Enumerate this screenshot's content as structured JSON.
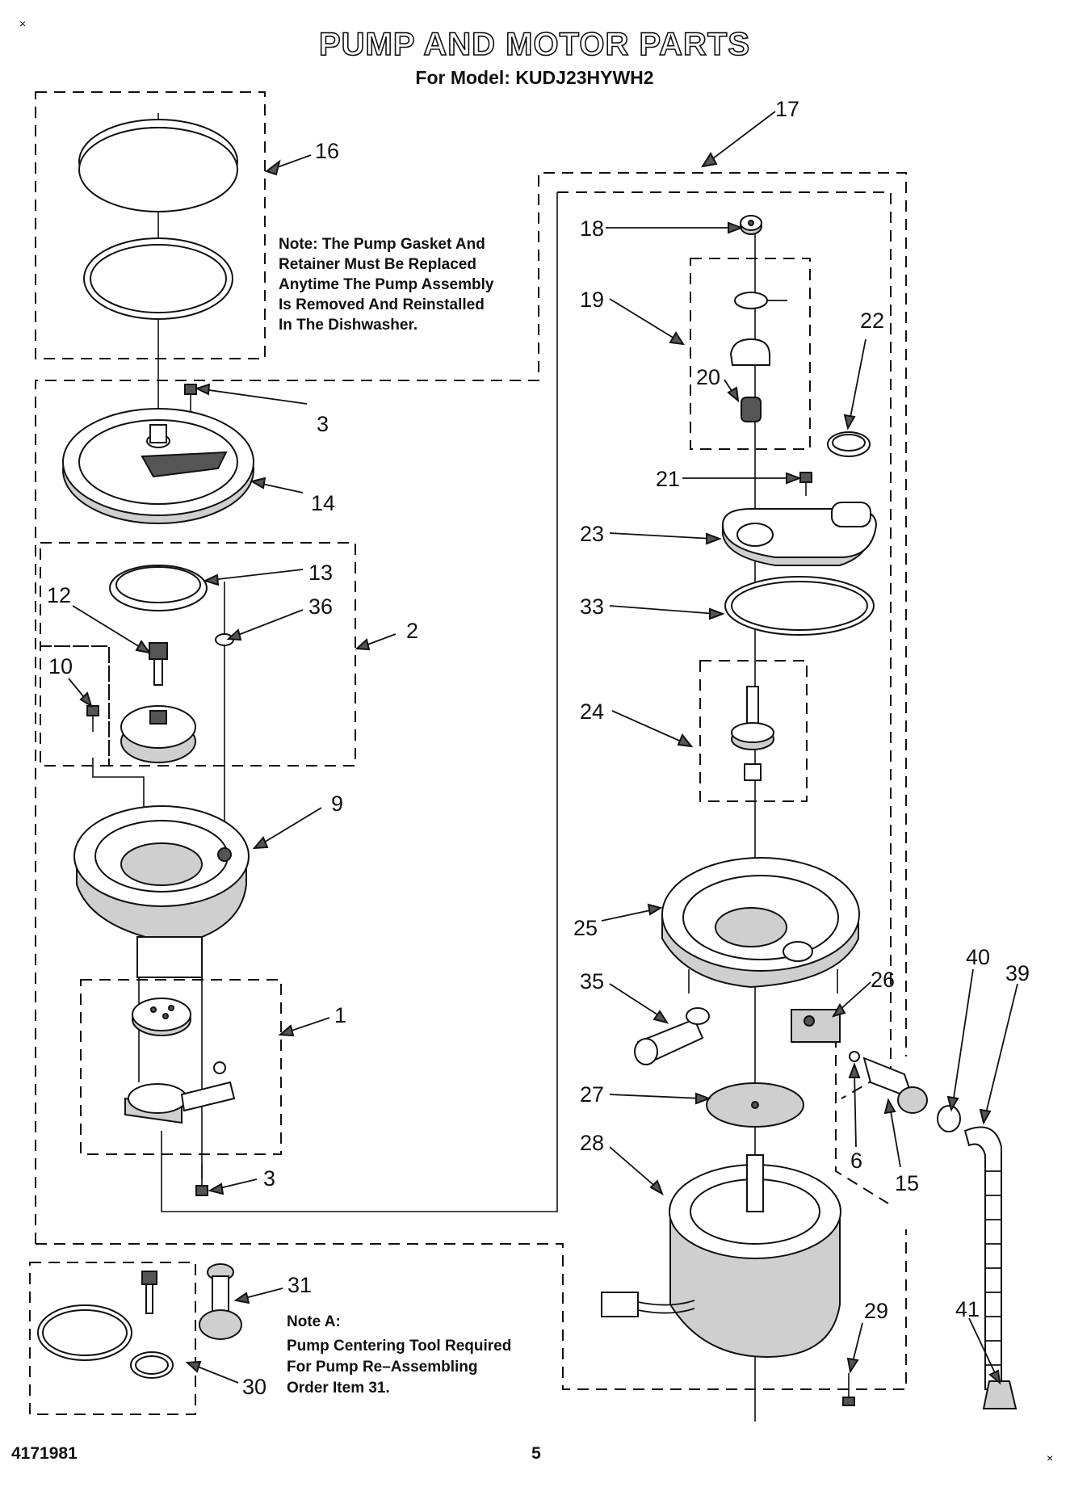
{
  "title": "PUMP AND MOTOR PARTS",
  "subtitle": "For Model: KUDJ23HYWH2",
  "note_gasket": [
    "Note: The Pump Gasket And",
    "Retainer Must Be Replaced",
    "Anytime The Pump Assembly",
    "Is Removed And Reinstalled",
    "In The Dishwasher."
  ],
  "note_a": [
    "Note A:",
    "Pump Centering Tool Required",
    "For Pump Re–Assembling",
    "Order Item 31."
  ],
  "callouts": {
    "c1": "1",
    "c2": "2",
    "c3a": "3",
    "c3b": "3",
    "c6": "6",
    "c9": "9",
    "c10": "10",
    "c12": "12",
    "c13": "13",
    "c14": "14",
    "c15": "15",
    "c16": "16",
    "c17": "17",
    "c18": "18",
    "c19": "19",
    "c20": "20",
    "c21": "21",
    "c22": "22",
    "c23": "23",
    "c24": "24",
    "c25": "25",
    "c26": "26",
    "c27": "27",
    "c28": "28",
    "c29": "29",
    "c30": "30",
    "c31": "31",
    "c33": "33",
    "c35": "35",
    "c36": "36",
    "c39": "39",
    "c40": "40",
    "c41": "41"
  },
  "footer": {
    "doc_number": "4171981",
    "page_number": "5"
  }
}
